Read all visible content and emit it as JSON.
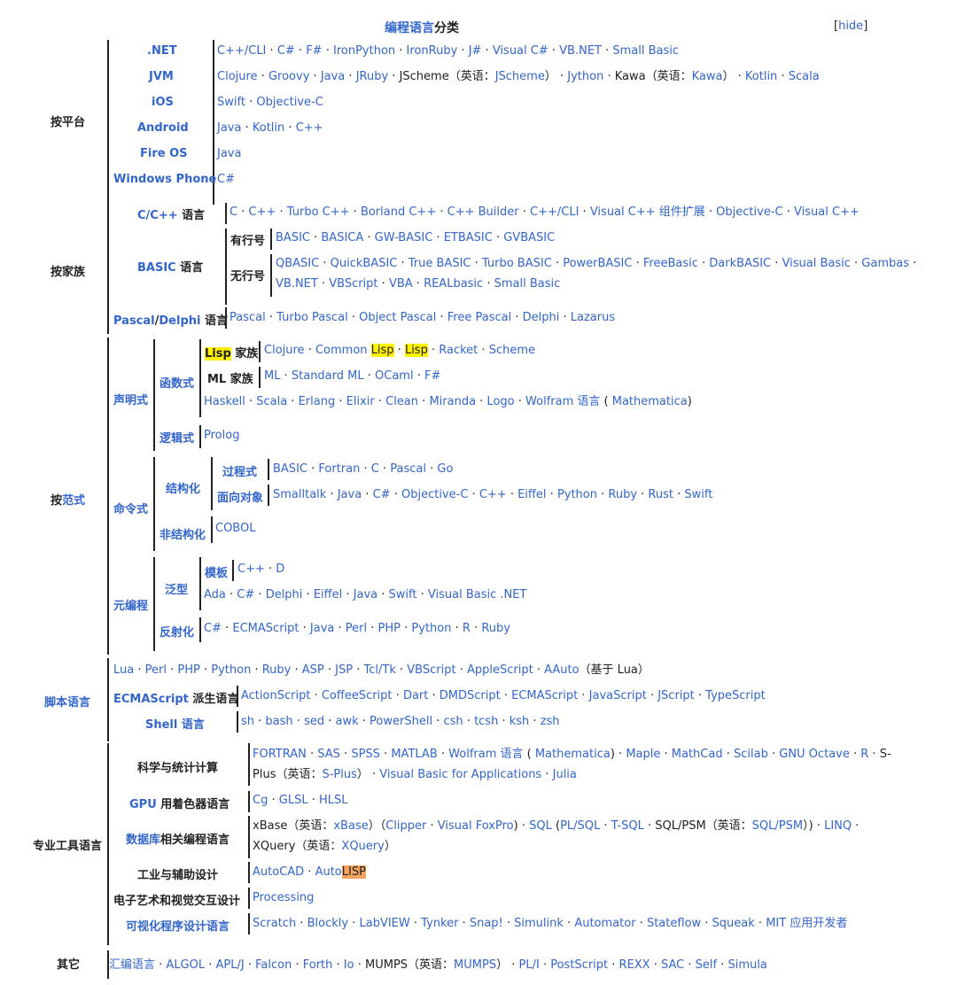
{
  "header": {
    "title_link": "编程语言",
    "title_rest": "分类",
    "hide_open": "[",
    "hide_label": "hide",
    "hide_close": "]"
  },
  "platform": {
    "group": "按平台",
    "rows": [
      {
        "label": ".NET",
        "items": [
          "C++/CLI",
          "C#",
          "F#",
          "IronPython",
          "IronRuby",
          "J#",
          "Visual C#",
          "VB.NET",
          "Small Basic"
        ]
      },
      {
        "label": "JVM",
        "rich": [
          {
            "t": "Clojure",
            "l": 1
          },
          {
            "t": " · ",
            "s": 1
          },
          {
            "t": "Groovy",
            "l": 1
          },
          {
            "t": " · ",
            "s": 1
          },
          {
            "t": "Java",
            "l": 1
          },
          {
            "t": " · ",
            "s": 1
          },
          {
            "t": "JRuby",
            "l": 1
          },
          {
            "t": " · ",
            "s": 1
          },
          {
            "t": "JScheme（英语：",
            "b": 1
          },
          {
            "t": "JScheme",
            "l": 1
          },
          {
            "t": "）",
            "b": 1
          },
          {
            "t": " · ",
            "s": 1
          },
          {
            "t": "Jython",
            "l": 1
          },
          {
            "t": " · ",
            "s": 1
          },
          {
            "t": "Kawa（英语：",
            "b": 1
          },
          {
            "t": "Kawa",
            "l": 1
          },
          {
            "t": "）",
            "b": 1
          },
          {
            "t": " · ",
            "s": 1
          },
          {
            "t": "Kotlin",
            "l": 1
          },
          {
            "t": " · ",
            "s": 1
          },
          {
            "t": "Scala",
            "l": 1
          }
        ]
      },
      {
        "label": "iOS",
        "items": [
          "Swift",
          "Objective-C"
        ]
      },
      {
        "label": "Android",
        "items": [
          "Java",
          "Kotlin",
          "C++"
        ]
      },
      {
        "label": "Fire OS",
        "items": [
          "Java"
        ]
      },
      {
        "label": "Windows Phone",
        "items": [
          "C#"
        ]
      }
    ]
  },
  "family": {
    "group": "按家族",
    "cfamily_label_a": "C/C++",
    "cfamily_label_b": " 语言",
    "cfamily_items": [
      "C",
      "C++",
      "Turbo C++",
      "Borland C++",
      "C++ Builder",
      "C++/CLI",
      "Visual C++ 组件扩展",
      "Objective-C",
      "Visual C++"
    ],
    "basic_label_a": "BASIC",
    "basic_label_b": " 语言",
    "basic_numbered_label": "有行号",
    "basic_numbered_items": [
      "BASIC",
      "BASICA",
      "GW-BASIC",
      "ETBASIC",
      "GVBASIC"
    ],
    "basic_unnumbered_label": "无行号",
    "basic_unnumbered_line1": [
      "QBASIC",
      "QuickBASIC",
      "True BASIC",
      "Turbo BASIC",
      "PowerBASIC",
      "FreeBasic",
      "DarkBASIC",
      "Visual Basic",
      "Gambas"
    ],
    "basic_unnumbered_line2": [
      "VB.NET",
      "VBScript",
      "VBA",
      "REALbasic",
      "Small Basic"
    ],
    "pascal_label_a": "Pascal",
    "pascal_label_slash": "/",
    "pascal_label_b": "Delphi",
    "pascal_label_c": " 语言",
    "pascal_items": [
      "Pascal",
      "Turbo Pascal",
      "Object Pascal",
      "Free Pascal",
      "Delphi",
      "Lazarus"
    ]
  },
  "paradigm": {
    "group_a": "按",
    "group_b": "范式",
    "declarative": "声明式",
    "functional": "函数式",
    "lisp_family_a": "Lisp",
    "lisp_family_b": " 家族",
    "lisp_rich": [
      {
        "t": "Clojure",
        "l": 1
      },
      {
        "t": " · ",
        "s": 1
      },
      {
        "t": "Common ",
        "l": 1
      },
      {
        "t": "Lisp",
        "h": 1
      },
      {
        "t": " · ",
        "s": 1
      },
      {
        "t": "Lisp",
        "h": 1
      },
      {
        "t": " · ",
        "s": 1
      },
      {
        "t": "Racket",
        "l": 1
      },
      {
        "t": " · ",
        "s": 1
      },
      {
        "t": "Scheme",
        "l": 1
      }
    ],
    "ml_family": "ML 家族",
    "ml_items": [
      "ML",
      "Standard ML",
      "OCaml",
      "F#"
    ],
    "functional_other_rich": [
      {
        "t": "Haskell",
        "l": 1
      },
      {
        "t": " · ",
        "s": 1
      },
      {
        "t": "Scala",
        "l": 1
      },
      {
        "t": " · ",
        "s": 1
      },
      {
        "t": "Erlang",
        "l": 1
      },
      {
        "t": " · ",
        "s": 1
      },
      {
        "t": "Elixir",
        "l": 1
      },
      {
        "t": " · ",
        "s": 1
      },
      {
        "t": "Clean",
        "l": 1
      },
      {
        "t": " · ",
        "s": 1
      },
      {
        "t": "Miranda",
        "l": 1
      },
      {
        "t": " · ",
        "s": 1
      },
      {
        "t": "Logo",
        "l": 1
      },
      {
        "t": " · ",
        "s": 1
      },
      {
        "t": "Wolfram 语言",
        "l": 1
      },
      {
        "t": " ( ",
        "b": 1
      },
      {
        "t": "Mathematica",
        "l": 1
      },
      {
        "t": ")",
        "b": 1
      }
    ],
    "logic": "逻辑式",
    "logic_items": [
      "Prolog"
    ],
    "imperative": "命令式",
    "structured": "结构化",
    "procedural": "过程式",
    "procedural_items": [
      "BASIC",
      "Fortran",
      "C",
      "Pascal",
      "Go"
    ],
    "oo": "面向对象",
    "oo_items": [
      "Smalltalk",
      "Java",
      "C#",
      "Objective-C",
      "C++",
      "Eiffel",
      "Python",
      "Ruby",
      "Rust",
      "Swift"
    ],
    "unstructured": "非结构化",
    "unstructured_items": [
      "COBOL"
    ],
    "meta": "元编程",
    "generic": "泛型",
    "template": "模板",
    "template_items": [
      "C++",
      "D"
    ],
    "generic_items": [
      "Ada",
      "C#",
      "Delphi",
      "Eiffel",
      "Java",
      "Swift",
      "Visual Basic .NET"
    ],
    "reflection": "反射化",
    "reflection_items": [
      "C#",
      "ECMAScript",
      "Java",
      "Perl",
      "PHP",
      "Python",
      "R",
      "Ruby"
    ]
  },
  "scripting": {
    "group": "脚本语言",
    "top_rich": [
      {
        "t": "Lua",
        "l": 1
      },
      {
        "t": " · ",
        "s": 1
      },
      {
        "t": "Perl",
        "l": 1
      },
      {
        "t": " · ",
        "s": 1
      },
      {
        "t": "PHP",
        "l": 1
      },
      {
        "t": " · ",
        "s": 1
      },
      {
        "t": "Python",
        "l": 1
      },
      {
        "t": " · ",
        "s": 1
      },
      {
        "t": "Ruby",
        "l": 1
      },
      {
        "t": " · ",
        "s": 1
      },
      {
        "t": "ASP",
        "l": 1
      },
      {
        "t": " · ",
        "s": 1
      },
      {
        "t": "JSP",
        "l": 1
      },
      {
        "t": " · ",
        "s": 1
      },
      {
        "t": "Tcl/Tk",
        "l": 1
      },
      {
        "t": " · ",
        "s": 1
      },
      {
        "t": "VBScript",
        "l": 1
      },
      {
        "t": " · ",
        "s": 1
      },
      {
        "t": "AppleScript",
        "l": 1
      },
      {
        "t": " · ",
        "s": 1
      },
      {
        "t": "AAuto",
        "l": 1
      },
      {
        "t": "（基于 Lua）",
        "b": 1
      }
    ],
    "ecma_label_a": "ECMAScript",
    "ecma_label_b": " 派生语言",
    "ecma_items": [
      "ActionScript",
      "CoffeeScript",
      "Dart",
      "DMDScript",
      "ECMAScript",
      "JavaScript",
      "JScript",
      "TypeScript"
    ],
    "shell_label": "Shell 语言",
    "shell_items": [
      "sh",
      "bash",
      "sed",
      "awk",
      "PowerShell",
      "csh",
      "tcsh",
      "ksh",
      "zsh"
    ]
  },
  "tools": {
    "group": "专业工具语言",
    "science_label": "科学与统计计算",
    "science_rich1": [
      {
        "t": "FORTRAN",
        "l": 1
      },
      {
        "t": " · ",
        "s": 1
      },
      {
        "t": "SAS",
        "l": 1
      },
      {
        "t": " · ",
        "s": 1
      },
      {
        "t": "SPSS",
        "l": 1
      },
      {
        "t": " · ",
        "s": 1
      },
      {
        "t": "MATLAB",
        "l": 1
      },
      {
        "t": " · ",
        "s": 1
      },
      {
        "t": "Wolfram 语言",
        "l": 1
      },
      {
        "t": " ( ",
        "b": 1
      },
      {
        "t": "Mathematica",
        "l": 1
      },
      {
        "t": ")",
        "b": 1
      },
      {
        "t": " · ",
        "s": 1
      },
      {
        "t": "Maple",
        "l": 1
      },
      {
        "t": " · ",
        "s": 1
      },
      {
        "t": "MathCad",
        "l": 1
      },
      {
        "t": " · ",
        "s": 1
      },
      {
        "t": "Scilab",
        "l": 1
      },
      {
        "t": " · ",
        "s": 1
      },
      {
        "t": "GNU Octave",
        "l": 1
      },
      {
        "t": " · ",
        "s": 1
      },
      {
        "t": "R",
        "l": 1
      },
      {
        "t": " · ",
        "s": 1
      },
      {
        "t": "S-",
        "b": 1
      }
    ],
    "science_rich2": [
      {
        "t": "Plus（英语：",
        "b": 1
      },
      {
        "t": "S-Plus",
        "l": 1
      },
      {
        "t": "）",
        "b": 1
      },
      {
        "t": " · ",
        "s": 1
      },
      {
        "t": "Visual Basic for Applications",
        "l": 1
      },
      {
        "t": " · ",
        "s": 1
      },
      {
        "t": "Julia",
        "l": 1
      }
    ],
    "gpu_label_a": "GPU",
    "gpu_label_b": " 用着色器语言",
    "gpu_items": [
      "Cg",
      "GLSL",
      "HLSL"
    ],
    "db_label_a": "数据库",
    "db_label_b": "相关编程语言",
    "db_rich1": [
      {
        "t": "xBase（英语：",
        "b": 1
      },
      {
        "t": "xBase",
        "l": 1
      },
      {
        "t": "）（",
        "b": 1
      },
      {
        "t": "Clipper",
        "l": 1
      },
      {
        "t": " · ",
        "s": 1
      },
      {
        "t": "Visual FoxPro",
        "l": 1
      },
      {
        "t": ")",
        "b": 1
      },
      {
        "t": " · ",
        "s": 1
      },
      {
        "t": "SQL",
        "l": 1
      },
      {
        "t": " (",
        "b": 1
      },
      {
        "t": "PL/SQL",
        "l": 1
      },
      {
        "t": " · ",
        "s": 1
      },
      {
        "t": "T-SQL",
        "l": 1
      },
      {
        "t": " · ",
        "s": 1
      },
      {
        "t": "SQL/PSM（英语：",
        "b": 1
      },
      {
        "t": "SQL/PSM",
        "l": 1
      },
      {
        "t": "）)",
        "b": 1
      },
      {
        "t": " · ",
        "s": 1
      },
      {
        "t": "LINQ",
        "l": 1
      },
      {
        "t": " · ",
        "s": 1
      }
    ],
    "db_rich2": [
      {
        "t": "XQuery（英语：",
        "b": 1
      },
      {
        "t": "XQuery",
        "l": 1
      },
      {
        "t": "）",
        "b": 1
      }
    ],
    "cad_label": "工业与辅助设计",
    "cad_rich": [
      {
        "t": "AutoCAD",
        "l": 1
      },
      {
        "t": " · ",
        "s": 1
      },
      {
        "t": "Auto",
        "l": 1
      },
      {
        "t": "LISP",
        "o": 1
      }
    ],
    "art_label": "电子艺术和视觉交互设计",
    "art_items": [
      "Processing"
    ],
    "visual_label": "可视化程序设计语言",
    "visual_items": [
      "Scratch",
      "Blockly",
      "LabVIEW",
      "Tynker",
      "Snap!",
      "Simulink",
      "Automator",
      "Stateflow",
      "Squeak",
      "MIT 应用开发者"
    ]
  },
  "other": {
    "group": "其它",
    "rich": [
      {
        "t": "汇编语言",
        "l": 1
      },
      {
        "t": " · ",
        "s": 1
      },
      {
        "t": "ALGOL",
        "l": 1
      },
      {
        "t": " · ",
        "s": 1
      },
      {
        "t": "APL/J",
        "l": 1
      },
      {
        "t": " · ",
        "s": 1
      },
      {
        "t": "Falcon",
        "l": 1
      },
      {
        "t": " · ",
        "s": 1
      },
      {
        "t": "Forth",
        "l": 1
      },
      {
        "t": " · ",
        "s": 1
      },
      {
        "t": "Io",
        "l": 1
      },
      {
        "t": " · ",
        "s": 1
      },
      {
        "t": "MUMPS（英语：",
        "b": 1
      },
      {
        "t": "MUMPS",
        "l": 1
      },
      {
        "t": "）",
        "b": 1
      },
      {
        "t": " · ",
        "s": 1
      },
      {
        "t": "PL/I",
        "l": 1
      },
      {
        "t": " · ",
        "s": 1
      },
      {
        "t": "PostScript",
        "l": 1
      },
      {
        "t": " · ",
        "s": 1
      },
      {
        "t": "REXX",
        "l": 1
      },
      {
        "t": " · ",
        "s": 1
      },
      {
        "t": "SAC",
        "l": 1
      },
      {
        "t": " · ",
        "s": 1
      },
      {
        "t": "Self",
        "l": 1
      },
      {
        "t": " · ",
        "s": 1
      },
      {
        "t": "Simula",
        "l": 1
      }
    ]
  },
  "colors": {
    "link": "#3366cc",
    "text": "#202122",
    "highlight_yellow": "#fff200",
    "highlight_orange": "#f4a460"
  }
}
